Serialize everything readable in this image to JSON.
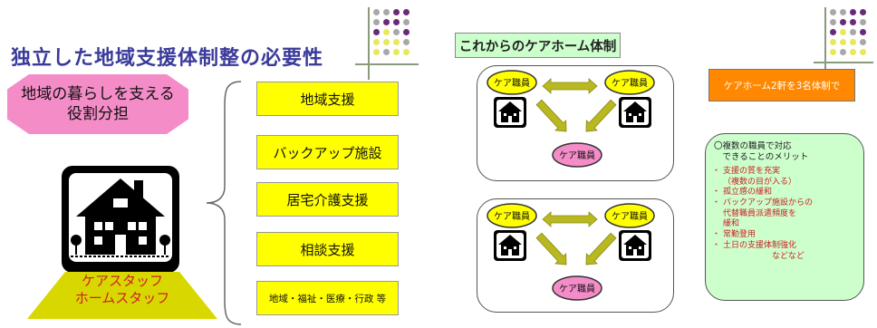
{
  "colors": {
    "title_blue": "#3a3a9a",
    "pink_octagon": "#f48cc8",
    "yellow_box": "#ffff00",
    "olive_trapezoid": "#d8d800",
    "red_text": "#cc2222",
    "light_green": "#ccffcc",
    "orange": "#ff8800",
    "arrow_olive": "#b8b820",
    "dot_gray": "#a8a8a8",
    "dot_purple": "#6a2a7a",
    "dot_yellow": "#e8e858"
  },
  "left_slide": {
    "title": "独立した地域支援体制整の必要性",
    "octagon_text": "地域の暮らしを支える\n役割分担",
    "staff_text": "ケアスタッフ\nホームスタッフ",
    "icon": "house-icon",
    "support_items": [
      "地域支援",
      "バックアップ施設",
      "居宅介護支援",
      "相談支援",
      "地域・福祉・医療・行政 等"
    ]
  },
  "right_slide": {
    "title": "これからのケアホーム体制",
    "staff_label": "ケア職員",
    "icon": "house-icon",
    "orange_text": "ケアホーム2軒を3名体制で",
    "merits_heading": "〇複数の職員で対応\n　できることのメリット",
    "merits": [
      "支援の質を充実\n（複数の目が入る）",
      "孤立感の緩和",
      "バックアップ施設からの\n代替職員派遣頻度を\n緩和",
      "常勤登用",
      "土日の支援体制強化\n　　　　　　などなど"
    ]
  }
}
